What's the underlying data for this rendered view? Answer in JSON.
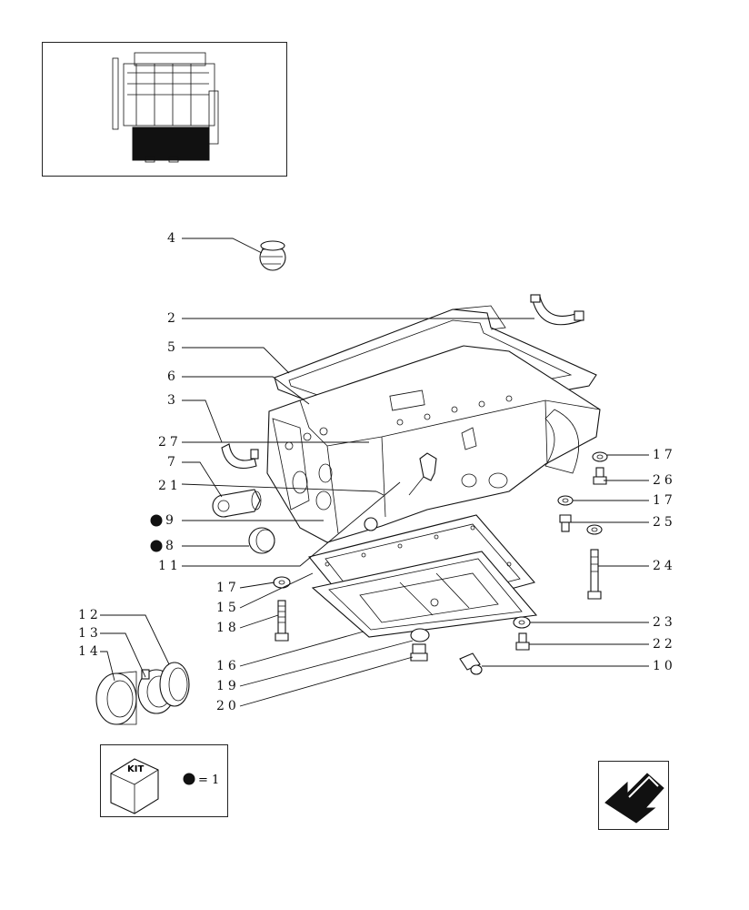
{
  "callouts": [
    {
      "id": "c4",
      "label": "4"
    },
    {
      "id": "c2",
      "label": "2"
    },
    {
      "id": "c5",
      "label": "5"
    },
    {
      "id": "c6",
      "label": "6"
    },
    {
      "id": "c3",
      "label": "3"
    },
    {
      "id": "c27",
      "label": "27"
    },
    {
      "id": "c7",
      "label": "7"
    },
    {
      "id": "c21",
      "label": "21"
    },
    {
      "id": "c9",
      "label": "9",
      "kit": true
    },
    {
      "id": "c8",
      "label": "8",
      "kit": true
    },
    {
      "id": "c11",
      "label": "11"
    },
    {
      "id": "c17a",
      "label": "17"
    },
    {
      "id": "c15",
      "label": "15"
    },
    {
      "id": "c18",
      "label": "18"
    },
    {
      "id": "c12",
      "label": "12"
    },
    {
      "id": "c13",
      "label": "13"
    },
    {
      "id": "c14",
      "label": "14"
    },
    {
      "id": "c16",
      "label": "16"
    },
    {
      "id": "c19",
      "label": "19"
    },
    {
      "id": "c20",
      "label": "20"
    },
    {
      "id": "c17b",
      "label": "17"
    },
    {
      "id": "c26",
      "label": "26"
    },
    {
      "id": "c17c",
      "label": "17"
    },
    {
      "id": "c25",
      "label": "25"
    },
    {
      "id": "c24",
      "label": "24"
    },
    {
      "id": "c23",
      "label": "23"
    },
    {
      "id": "c22",
      "label": "22"
    },
    {
      "id": "c10",
      "label": "10"
    }
  ],
  "kit_legend": {
    "box_label": "KIT",
    "equals_text": "= 1"
  },
  "icons": {
    "thumbnail": "engine-thumbnail-icon",
    "kit": "kit-box-icon",
    "nav": "arrow-left-down-icon",
    "kit_marker": "filled-dot-icon"
  }
}
